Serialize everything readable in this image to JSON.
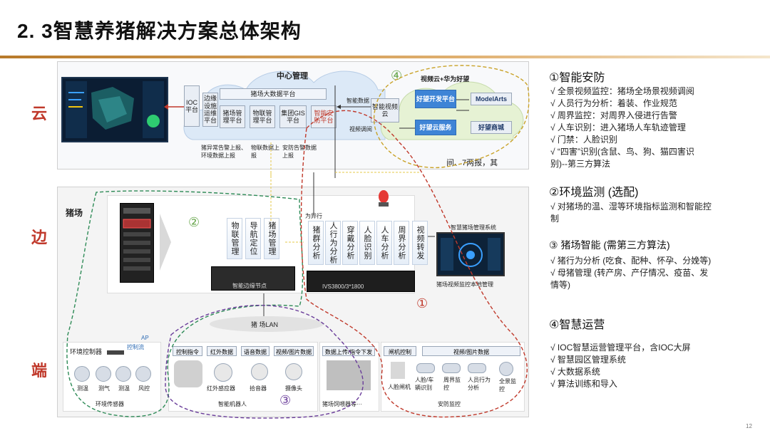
{
  "title": "2. 3智慧养猪解决方案总体架构",
  "page_number": "12",
  "layer_labels": {
    "cloud": "云",
    "edge": "边",
    "end": "端"
  },
  "cloud": {
    "center_title": "中心管理",
    "big_data_platform": "猪场大数据平台",
    "ioc_platform": "IOC平台",
    "edge_ops_platform": "边缘设施运维平台",
    "pig_mgmt_platform": "猪场管理平台",
    "iot_platform": "物联管理平台",
    "gis_platform": "集团GIS平台",
    "security_platform": "智能安防平台",
    "smart_video_cloud": "智能视频云",
    "huawei_title": "视频云+华为好望",
    "haowang_dev_platform": "好望开发平台",
    "modelarts": "ModelArts",
    "haowang_cloud_service": "好望云服务",
    "haowang_mall": "好望商城",
    "smart_data": "智能数据",
    "video_retrieval": "视频调阅",
    "alarm_report": "猪异常告警上报、环境数据上报",
    "iot_report": "物联数据上报",
    "security_report": "安防告警数据上报",
    "overlap_text": "间、7两报，其"
  },
  "edge": {
    "farm_title": "猪场",
    "iot_mgmt": "物联管理",
    "nav_position": "导航定位",
    "pig_mgmt": "猪场管理",
    "behavior_label": "为异行",
    "swarm_analysis": "猪群分析",
    "behavior_analysis": "人行为分析",
    "wear_analysis": "穿戴分析",
    "face_recognition": "人脸识别",
    "person_vehicle": "人车分析",
    "perimeter_analysis": "周界分析",
    "video_forward": "视频转发",
    "nvr_label": "IVS3800/3*1800",
    "server_label": "智能边缘节点",
    "system_title": "智慧猪场管理系统",
    "local_mgmt": "猪场视频监控本地管理",
    "farm_lan": "猪 场LAN"
  },
  "end": {
    "env_controller": "环境控制器",
    "ap": "AP",
    "control_flow": "控制流",
    "sensors": [
      "测温",
      "测气",
      "测温",
      "风控"
    ],
    "env_sensor_title": "环境传感器",
    "robot_tags": [
      "控制指令",
      "红外数据",
      "语音数据",
      "视频/图片数据"
    ],
    "robot_devices": [
      "红外感应器",
      "拾音器",
      "摄像头"
    ],
    "robot_title": "智能机器人",
    "feeder_tag": "数据上传/指令下发",
    "feeder_title": "猪场饲喂器等···",
    "gate_tag": "闸机控制",
    "image_tag": "视频/图片数据",
    "security_devices": [
      "人脸闸机",
      "人脸/车辆识别",
      "周界监控",
      "人员行为分析",
      "全景监控"
    ],
    "security_title": "安防监控"
  },
  "markers": {
    "m1": "①",
    "m2": "②",
    "m3": "③",
    "m4": "④"
  },
  "right": {
    "s1_title": "①智能安防",
    "s1_items": [
      "√ 全景视频监控：猪场全场景视频调阅",
      "√    人员行为分析：着装、作业规范",
      "√    周界监控：对周界入侵进行告警",
      "√    人车识别：进入猪场人车轨迹管理",
      "√      门禁：人脸识别",
      "√      “四害”识别(含鼠、鸟、狗、猫四害识",
      "        别)--第三方算法"
    ],
    "s2_title": "②环境监测 (选配)",
    "s2_items": [
      "√ 对猪场的温、湿等环境指标监测和智能控",
      "    制"
    ],
    "s3_title": "③ 猪场智能 (需第三方算法)",
    "s3_items": [
      "√ 猪行为分析 (吃食、配种、怀孕、分娩等)",
      "√ 母猪管理 (转产房、产仔情况、疫苗、发",
      "    情等)"
    ],
    "s4_title": "④智慧运营",
    "s4_items": [
      "√    IOC智慧运营管理平台，含IOC大屏",
      "√    智慧园区管理系统",
      "√    大数据系统",
      "√    算法训练和导入"
    ]
  },
  "colors": {
    "accent_red": "#c0392b",
    "title_rule": "#c08a3e",
    "cloud_blue": "#dce9f7",
    "huawei_green": "#e6f2d4",
    "platform_blue": "#3e84d6"
  }
}
